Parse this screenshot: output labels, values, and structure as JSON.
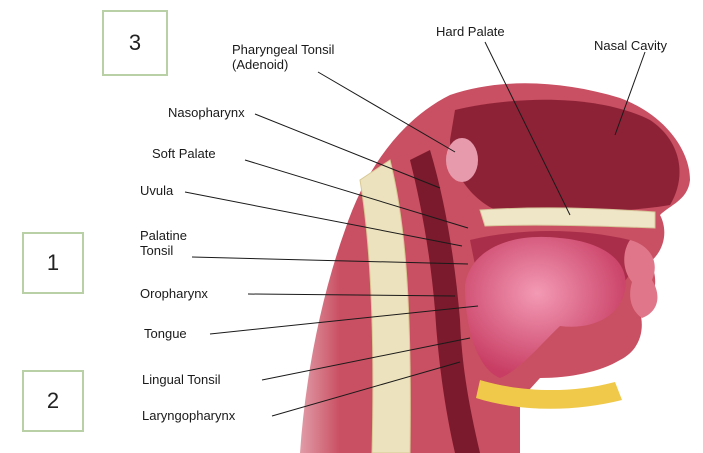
{
  "boxes": [
    {
      "id": "box-1",
      "label": "1"
    },
    {
      "id": "box-2",
      "label": "2"
    },
    {
      "id": "box-3",
      "label": "3"
    }
  ],
  "labels": {
    "pharyngeal_tonsil": "Pharyngeal Tonsil\n(Adenoid)",
    "hard_palate": "Hard Palate",
    "nasal_cavity": "Nasal Cavity",
    "nasopharynx": "Nasopharynx",
    "soft_palate": "Soft Palate",
    "uvula": "Uvula",
    "palatine_tonsil": "Palatine\nTonsil",
    "oropharynx": "Oropharynx",
    "tongue": "Tongue",
    "lingual_tonsil": "Lingual Tonsil",
    "laryngopharynx": "Laryngopharynx"
  },
  "colors": {
    "tissue": "#c2455c",
    "cavity": "#8c2036",
    "tongue": "#e2688a",
    "bone": "#efe6c8",
    "box_border": "#b9cfa6"
  }
}
